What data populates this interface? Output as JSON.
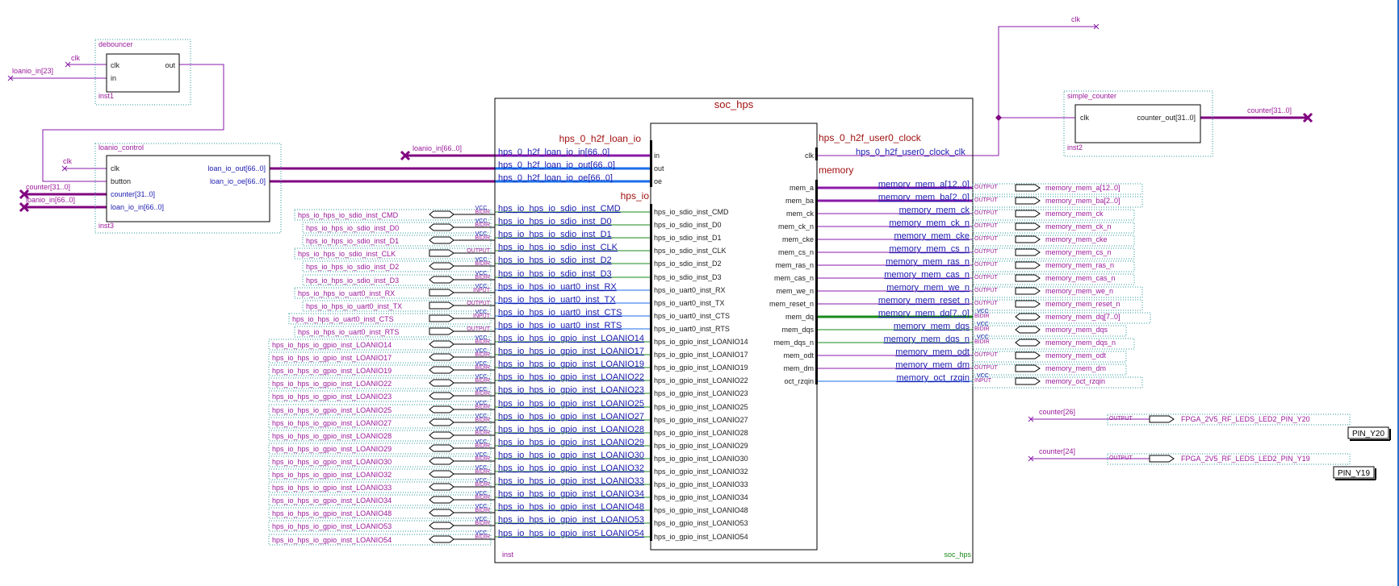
{
  "colors": {
    "bus": "#800080",
    "wire_purple": "#8a1aa8",
    "wire_blue": "#1a6ee8",
    "wire_green": "#1a8a1a",
    "frame": "#000000",
    "dotted": "#2a9a9a",
    "label_magenta": "#9a1a9a",
    "label_blue": "#1a1ab0",
    "label_red": "#a01010",
    "label_dark": "#202020",
    "inst_green": "#1a8a1a"
  },
  "blocks": {
    "debouncer": {
      "name": "debouncer",
      "inst": "inst1",
      "ports_left": [
        "clk",
        "in"
      ],
      "ports_right": [
        "out"
      ]
    },
    "loanio_control": {
      "name": "loanio_control",
      "inst": "inst3",
      "ports_left": [
        "clk",
        "button",
        "counter[31..0]",
        "loan_io_in[66..0]"
      ],
      "ports_right": [
        "loan_io_out[66..0]",
        "loan_io_oe[66..0]"
      ]
    },
    "simple_counter": {
      "name": "simple_counter",
      "inst": "inst2",
      "ports_left": [
        "clk"
      ],
      "ports_right": [
        "counter_out[31..0]"
      ]
    },
    "soc_hps": {
      "title": "soc_hps",
      "inst": "inst",
      "inst_right": "soc_hps",
      "group_loan": "hps_0_h2f_loan_io",
      "group_hpsio": "hps_io",
      "group_clock": "hps_0_h2f_user0_clock",
      "group_memory": "memory",
      "loan_ports": [
        "in",
        "out",
        "oe"
      ],
      "loan_wires": [
        "hps_0_h2f_loan_io_in[66..0]",
        "hps_0_h2f_loan_io_out[66..0]",
        "hps_0_h2f_loan_io_oe[66..0]"
      ],
      "clock_port": "clk",
      "clock_wire": "hps_0_h2f_user0_clock_clk",
      "hps_ports": [
        "hps_io_sdio_inst_CMD",
        "hps_io_sdio_inst_D0",
        "hps_io_sdio_inst_D1",
        "hps_io_sdio_inst_CLK",
        "hps_io_sdio_inst_D2",
        "hps_io_sdio_inst_D3",
        "hps_io_uart0_inst_RX",
        "hps_io_uart0_inst_TX",
        "hps_io_uart0_inst_CTS",
        "hps_io_uart0_inst_RTS",
        "hps_io_gpio_inst_LOANIO14",
        "hps_io_gpio_inst_LOANIO17",
        "hps_io_gpio_inst_LOANIO19",
        "hps_io_gpio_inst_LOANIO22",
        "hps_io_gpio_inst_LOANIO23",
        "hps_io_gpio_inst_LOANIO25",
        "hps_io_gpio_inst_LOANIO27",
        "hps_io_gpio_inst_LOANIO28",
        "hps_io_gpio_inst_LOANIO29",
        "hps_io_gpio_inst_LOANIO30",
        "hps_io_gpio_inst_LOANIO32",
        "hps_io_gpio_inst_LOANIO33",
        "hps_io_gpio_inst_LOANIO34",
        "hps_io_gpio_inst_LOANIO48",
        "hps_io_gpio_inst_LOANIO53",
        "hps_io_gpio_inst_LOANIO54"
      ],
      "hps_wires": [
        "hps_io_hps_io_sdio_inst_CMD",
        "hps_io_hps_io_sdio_inst_D0",
        "hps_io_hps_io_sdio_inst_D1",
        "hps_io_hps_io_sdio_inst_CLK",
        "hps_io_hps_io_sdio_inst_D2",
        "hps_io_hps_io_sdio_inst_D3",
        "hps_io_hps_io_uart0_inst_RX",
        "hps_io_hps_io_uart0_inst_TX",
        "hps_io_hps_io_uart0_inst_CTS",
        "hps_io_hps_io_uart0_inst_RTS",
        "hps_io_hps_io_gpio_inst_LOANIO14",
        "hps_io_hps_io_gpio_inst_LOANIO17",
        "hps_io_hps_io_gpio_inst_LOANIO19",
        "hps_io_hps_io_gpio_inst_LOANIO22",
        "hps_io_hps_io_gpio_inst_LOANIO23",
        "hps_io_hps_io_gpio_inst_LOANIO25",
        "hps_io_hps_io_gpio_inst_LOANIO27",
        "hps_io_hps_io_gpio_inst_LOANIO28",
        "hps_io_hps_io_gpio_inst_LOANIO29",
        "hps_io_hps_io_gpio_inst_LOANIO30",
        "hps_io_hps_io_gpio_inst_LOANIO32",
        "hps_io_hps_io_gpio_inst_LOANIO33",
        "hps_io_hps_io_gpio_inst_LOANIO34",
        "hps_io_hps_io_gpio_inst_LOANIO48",
        "hps_io_hps_io_gpio_inst_LOANIO53",
        "hps_io_hps_io_gpio_inst_LOANIO54"
      ],
      "hps_pin_names": [
        "hps_io_hps_io_sdio_inst_CMD",
        "hps_io_hps_io_sdio_inst_D0",
        "hps_io_hps_io_sdio_inst_D1",
        "hps_io_hps_io_sdio_inst_CLK",
        "hps_io_hps_io_sdio_inst_D2",
        "hps_io_hps_io_sdio_inst_D3",
        "hps_io_hps_io_uart0_inst_RX",
        "hps_io_hps_io_uart0_inst_TX",
        "hps_io_hps_io_uart0_inst_CTS",
        "hps_io_hps_io_uart0_inst_RTS",
        "hps_io_hps_io_gpio_inst_LOANIO14",
        "hps_io_hps_io_gpio_inst_LOANIO17",
        "hps_io_hps_io_gpio_inst_LOANIO19",
        "hps_io_hps_io_gpio_inst_LOANIO22",
        "hps_io_hps_io_gpio_inst_LOANIO23",
        "hps_io_hps_io_gpio_inst_LOANIO25",
        "hps_io_hps_io_gpio_inst_LOANIO27",
        "hps_io_hps_io_gpio_inst_LOANIO28",
        "hps_io_hps_io_gpio_inst_LOANIO29",
        "hps_io_hps_io_gpio_inst_LOANIO30",
        "hps_io_hps_io_gpio_inst_LOANIO32",
        "hps_io_hps_io_gpio_inst_LOANIO33",
        "hps_io_hps_io_gpio_inst_LOANIO34",
        "hps_io_hps_io_gpio_inst_LOANIO48",
        "hps_io_hps_io_gpio_inst_LOANIO53",
        "hps_io_hps_io_gpio_inst_LOANIO54"
      ],
      "hps_pin_types": [
        "BIDIR",
        "BIDIR",
        "BIDIR",
        "OUTPUT",
        "BIDIR",
        "BIDIR",
        "INPUT",
        "OUTPUT",
        "INPUT",
        "OUTPUT",
        "BIDIR",
        "BIDIR",
        "BIDIR",
        "BIDIR",
        "BIDIR",
        "BIDIR",
        "BIDIR",
        "BIDIR",
        "BIDIR",
        "BIDIR",
        "BIDIR",
        "BIDIR",
        "BIDIR",
        "BIDIR",
        "BIDIR",
        "BIDIR"
      ],
      "mem_ports": [
        "mem_a",
        "mem_ba",
        "mem_ck",
        "mem_ck_n",
        "mem_cke",
        "mem_cs_n",
        "mem_ras_n",
        "mem_cas_n",
        "mem_we_n",
        "mem_reset_n",
        "mem_dq",
        "mem_dqs",
        "mem_dqs_n",
        "mem_odt",
        "mem_dm",
        "oct_rzqin"
      ],
      "mem_wires": [
        "memory_mem_a[12..0]",
        "memory_mem_ba[2..0]",
        "memory_mem_ck",
        "memory_mem_ck_n",
        "memory_mem_cke",
        "memory_mem_cs_n",
        "memory_mem_ras_n",
        "memory_mem_cas_n",
        "memory_mem_we_n",
        "memory_mem_reset_n",
        "memory_mem_dq[7..0]",
        "memory_mem_dqs",
        "memory_mem_dqs_n",
        "memory_mem_odt",
        "memory_mem_dm",
        "memory_oct_rzqin"
      ],
      "mem_pin_names": [
        "memory_mem_a[12..0]",
        "memory_mem_ba[2..0]",
        "memory_mem_ck",
        "memory_mem_ck_n",
        "memory_mem_cke",
        "memory_mem_cs_n",
        "memory_mem_ras_n",
        "memory_mem_cas_n",
        "memory_mem_we_n",
        "memory_mem_reset_n",
        "memory_mem_dq[7..0]",
        "memory_mem_dqs",
        "memory_mem_dqs_n",
        "memory_mem_odt",
        "memory_mem_dm",
        "memory_oct_rzqin"
      ],
      "mem_pin_types": [
        "OUTPUT",
        "OUTPUT",
        "OUTPUT",
        "OUTPUT",
        "OUTPUT",
        "OUTPUT",
        "OUTPUT",
        "OUTPUT",
        "OUTPUT",
        "OUTPUT",
        "BIDIR",
        "BIDIR",
        "BIDIR",
        "OUTPUT",
        "OUTPUT",
        "INPUT"
      ]
    }
  },
  "nets": {
    "clk_top": "clk",
    "clk_debouncer": "clk",
    "clk_loanio": "clk",
    "loanio_in_23": "loanio_in[23]",
    "loanio_in_66": "loanio_in[66..0]",
    "counter_31": "counter[31..0]",
    "loanio_in_left": "loanio_in[66..0]",
    "counter_out_net": "counter[31..0]",
    "counter_26": "counter[26]",
    "counter_24": "counter[24]",
    "vcc": "VCC"
  },
  "led_pins": [
    {
      "type": "OUTPUT",
      "name": "FPGA_2V5_RF_LEDS_LED2_PIN_Y20",
      "assign": "PIN_Y20"
    },
    {
      "type": "OUTPUT",
      "name": "FPGA_2V5_RF_LEDS_LED2_PIN_Y19",
      "assign": "PIN_Y19"
    }
  ]
}
